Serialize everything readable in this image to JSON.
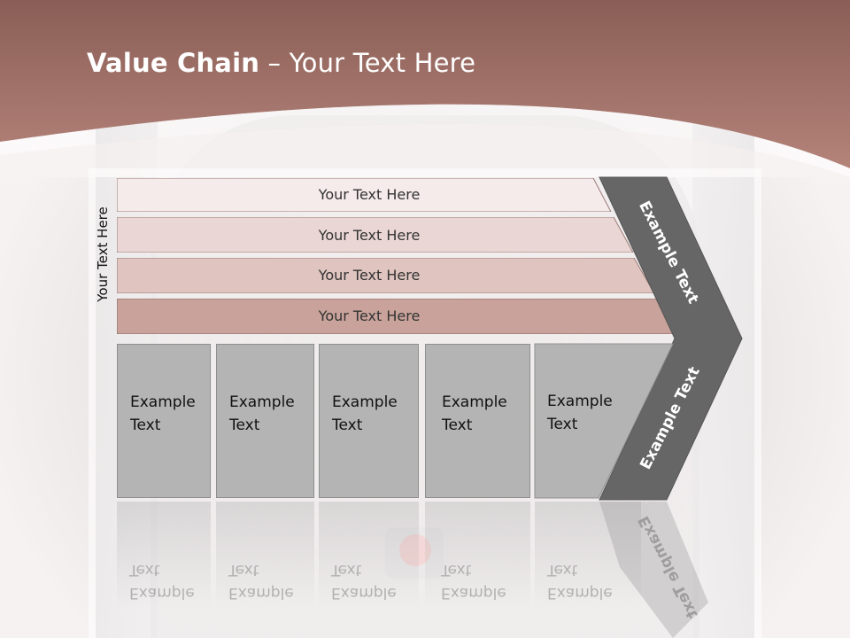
{
  "slide": {
    "title_bold": "Value Chain",
    "title_rest": " – Your Text Here",
    "side_label": "Your Text Here",
    "bars": [
      {
        "label": "Your Text Here"
      },
      {
        "label": "Your Text Here"
      },
      {
        "label": "Your Text Here"
      },
      {
        "label": "Your Text Here"
      }
    ],
    "boxes": [
      {
        "label": "Example Text"
      },
      {
        "label": "Example Text"
      },
      {
        "label": "Example Text"
      },
      {
        "label": "Example Text"
      },
      {
        "label": "Example Text"
      }
    ],
    "chevron_top": "Example Text",
    "chevron_bottom": "Example Text"
  },
  "colors": {
    "header": "#a8766c",
    "bar_1": "#f5ebea",
    "bar_2": "#ead7d5",
    "bar_3": "#dfc4bf",
    "bar_4": "#c9a39b",
    "chevron": "#666666",
    "box": "#b4b4b4"
  }
}
